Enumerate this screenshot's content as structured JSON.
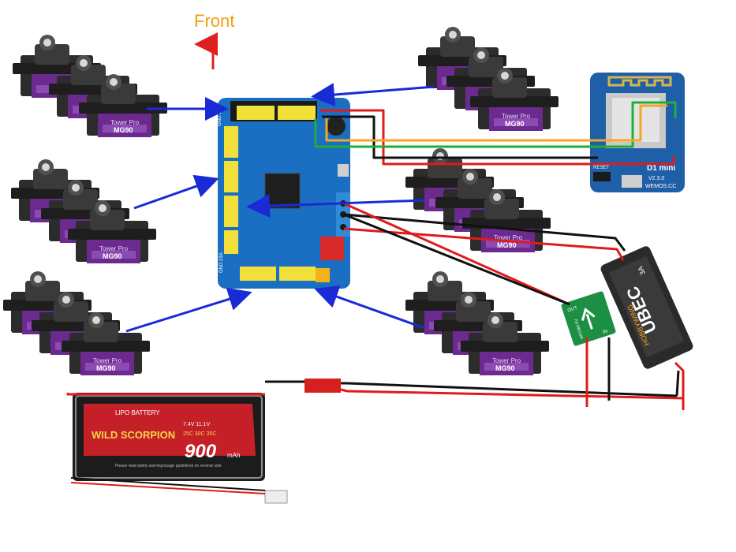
{
  "front_label": "Front",
  "servo": {
    "brand": "Tower Pro",
    "model": "MG90"
  },
  "controller": {
    "pin_labels_top": "GND 23A",
    "pin_labels_bottom": "GND 23A"
  },
  "wemos": {
    "name": "D1 mini",
    "version": "V2.3.0",
    "maker": "WEMOS.CC",
    "reset": "RESET"
  },
  "ubec": {
    "brand": "HOBBYWING",
    "name": "UBEC",
    "rating": "3A"
  },
  "stepdown": {
    "label": "MP1584-5V",
    "out": "OUT",
    "in": "IN"
  },
  "battery": {
    "type": "LIPO BATTERY",
    "brand": "WILD SCORPION",
    "capacity": "900",
    "unit": "mAh",
    "voltages": "7.4V  11.1V",
    "rates": "25C 30C 35C",
    "disclaimer": "Please read safety warning/usage guidelines on reverse side"
  },
  "colors": {
    "signal_arrow": "#1a2bd6",
    "wire_red": "#e01b1b",
    "wire_black": "#111111",
    "wire_green": "#1fae3a",
    "wire_orange": "#f5a623",
    "board_blue": "#1b6fc2",
    "servo_purple": "#6b2a8e",
    "wemos_blue": "#1f5fa8",
    "ubec_dark": "#2a2a2a",
    "stepdown_green": "#1d8f45",
    "front_orange": "#f39c12",
    "front_arrow": "#e02020"
  }
}
